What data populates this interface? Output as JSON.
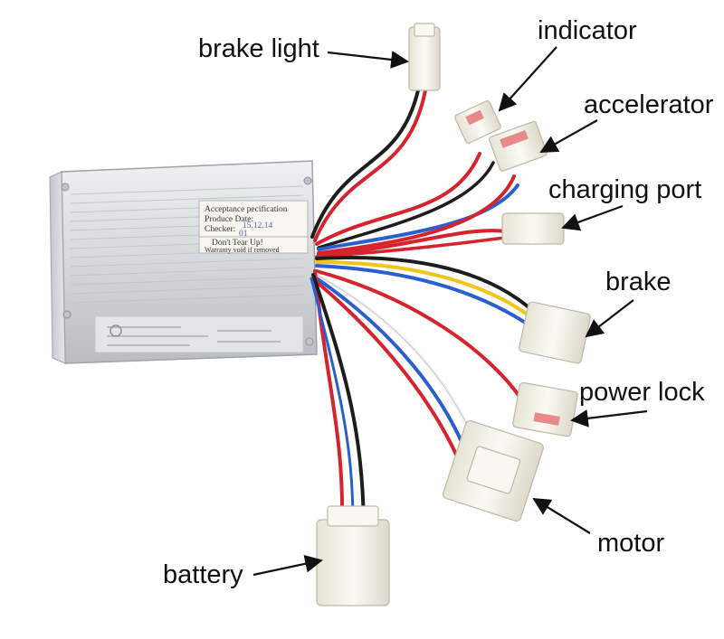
{
  "colors": {
    "background": "#ffffff",
    "controller_body": "#d8dadd",
    "connector": "#f1efe6",
    "wire_red": "#d6242e",
    "wire_black": "#1d1d1d",
    "wire_blue": "#2b5fd0",
    "wire_yellow": "#f0c419",
    "wire_white": "#f4f4f4",
    "arrow": "#111111"
  },
  "labels": {
    "brake_light": "brake light",
    "indicator": "indicator",
    "accelerator": "accelerator",
    "charging_port": "charging port",
    "brake": "brake",
    "power_lock": "power lock",
    "motor": "motor",
    "battery": "battery"
  },
  "sticker": {
    "line1": "Acceptance pecification",
    "line2": "Produce Date:",
    "line3": "Checker:",
    "date_value": "15.12.14",
    "checker_value": "01",
    "line4": "Don't Tear Up!",
    "line5": "Warranty void if removed"
  }
}
